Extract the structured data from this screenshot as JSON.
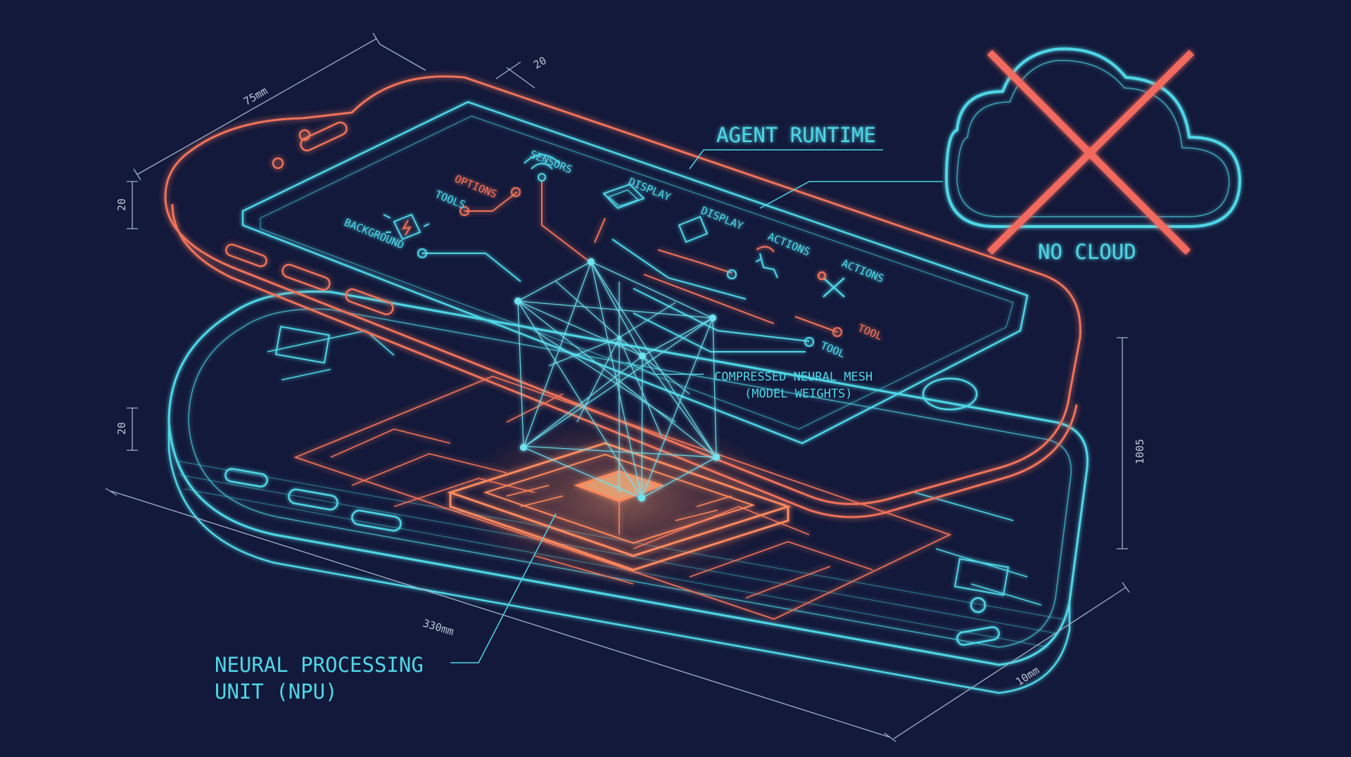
{
  "labels": {
    "agent_runtime": "AGENT RUNTIME",
    "no_cloud": "NO CLOUD",
    "neural_mesh_line1": "COMPRESSED NEURAL MESH",
    "neural_mesh_line2": "(MODEL WEIGHTS)",
    "npu_line1": "NEURAL PROCESSING",
    "npu_line2": "UNIT (NPU)"
  },
  "screen_labels": {
    "sensors": "SENSORS",
    "display_1": "DISPLAY",
    "display_2": "DISPLAY",
    "options": "OPTIONS",
    "tools": "TOOLS",
    "background": "BACKGROUND",
    "actions_1": "ACTIONS",
    "actions_2": "ACTIONS",
    "tool_1": "TOOL",
    "tool_2": "TOOL"
  },
  "dimensions": {
    "top_width": "75mm",
    "top_depth": "20",
    "top_height": "20",
    "bottom_height": "20",
    "length": "330mm",
    "side_height": "1005",
    "bottom_depth": "10mm"
  },
  "colors": {
    "background": "#13193a",
    "cyan": "#4fd6e6",
    "orange": "#f0735a",
    "cross": "#f26b5e"
  },
  "icons": [
    "wifi-sensor-icon",
    "display-monitor-icon",
    "phone-display-icon",
    "battery-charging-icon",
    "touch-gesture-icon",
    "tools-wrench-icon",
    "cloud-icon",
    "cross-mark-icon"
  ]
}
